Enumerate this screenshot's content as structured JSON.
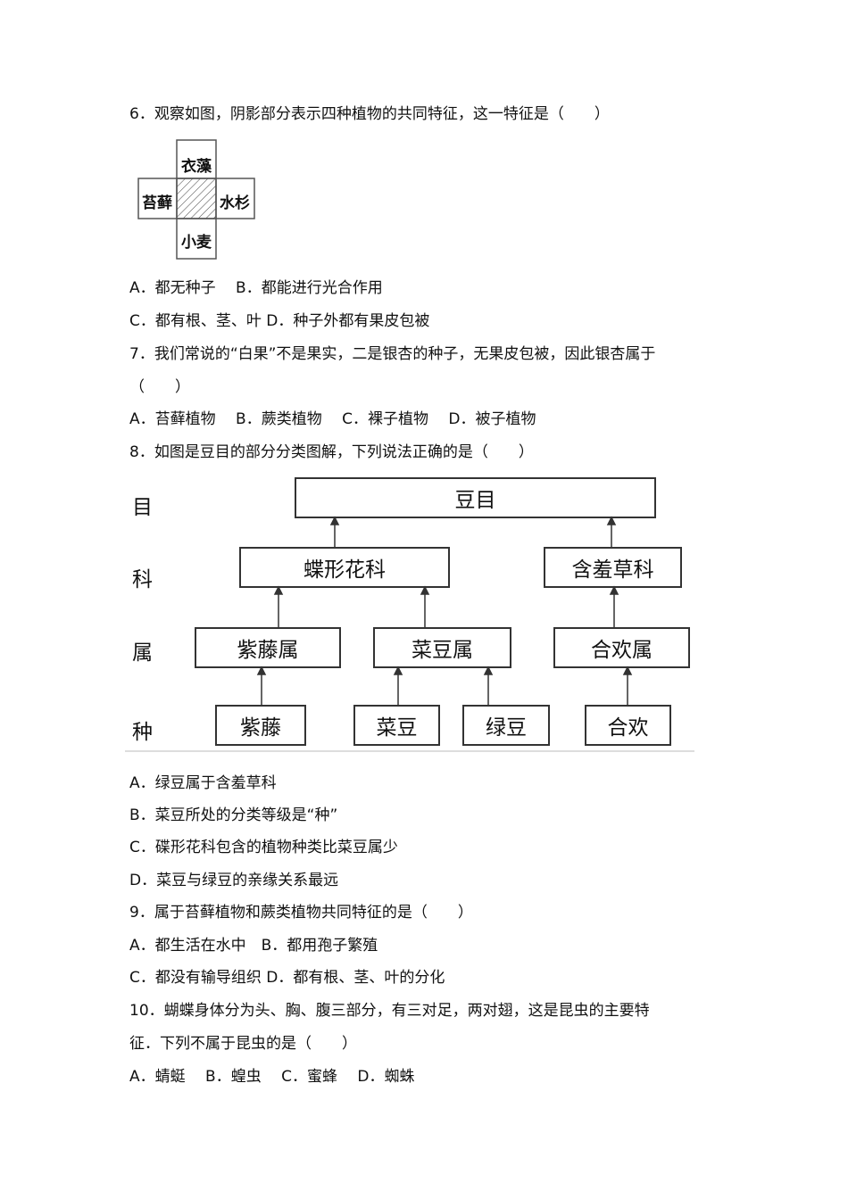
{
  "q6": {
    "stem": "6．观察如图，阴影部分表示四种植物的共同特征，这一特征是（　　）",
    "figure": {
      "top": "衣藻",
      "left": "苔藓",
      "right": "水杉",
      "bottom": "小麦"
    },
    "options_line1": "A．都无种子　 B．都能进行光合作用",
    "options_line2": "C．都有根、茎、叶 D．种子外都有果皮包被"
  },
  "q7": {
    "stem_line1": "7．我们常说的“白果”不是果实，二是银杏的种子，无果皮包被，因此银杏属于",
    "stem_line2": "（　　）",
    "options": "A．苔藓植物　 B．蕨类植物　 C．裸子植物　 D．被子植物"
  },
  "q8": {
    "stem": "8．如图是豆目的部分分类图解，下列说法正确的是（　　）",
    "diagram": {
      "ranks": [
        "目",
        "科",
        "属",
        "种"
      ],
      "order": "豆目",
      "families": [
        "蝶形花科",
        "含羞草科"
      ],
      "genera": [
        "紫藤属",
        "菜豆属",
        "合欢属"
      ],
      "species": [
        "紫藤",
        "菜豆",
        "绿豆",
        "合欢"
      ]
    },
    "options": [
      "A．绿豆属于含羞草科",
      "B．菜豆所处的分类等级是“种”",
      "C．碟形花科包含的植物种类比菜豆属少",
      "D．菜豆与绿豆的亲缘关系最远"
    ]
  },
  "q9": {
    "stem": "9．属于苔藓植物和蕨类植物共同特征的是（　　）",
    "options_line1": "A．都生活在水中　B．都用孢子繁殖",
    "options_line2": "C．都没有输导组织 D．都有根、茎、叶的分化"
  },
  "q10": {
    "stem_line1": "10．蝴蝶身体分为头、胸、腹三部分，有三对足，两对翅，这是昆虫的主要特",
    "stem_line2": "征．下列不属于昆虫的是（　　）",
    "options": "A．蜻蜓　 B．蝗虫　 C．蜜蜂　 D．蜘蛛"
  }
}
